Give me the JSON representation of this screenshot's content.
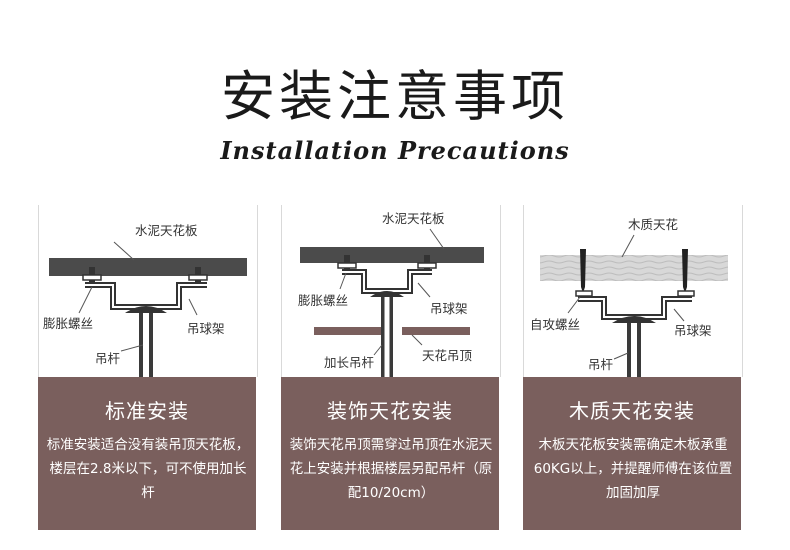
{
  "header": {
    "title": "安装注意事项",
    "subtitle": "Installation Precautions"
  },
  "cards": [
    {
      "labels": {
        "ceiling": "水泥天花板",
        "bolt": "膨胀螺丝",
        "bracket": "吊球架",
        "rod": "吊杆"
      },
      "title": "标准安装",
      "description": "标准安装适合没有装吊顶天花板，楼层在2.8米以下，可不使用加长杆"
    },
    {
      "labels": {
        "ceiling": "水泥天花板",
        "bolt": "膨胀螺丝",
        "bracket": "吊球架",
        "rod": "加长吊杆",
        "suspended": "天花吊顶"
      },
      "title": "装饰天花安装",
      "description": "装饰天花吊顶需穿过吊顶在水泥天花上安装并根据楼层另配吊杆（原配10/20cm）"
    },
    {
      "labels": {
        "ceiling": "木质天花",
        "screw": "自攻螺丝",
        "bracket": "吊球架",
        "rod": "吊杆"
      },
      "title": "木质天花安装",
      "description": "木板天花板安装需确定木板承重60KG以上，并提醒师傅在该位置加固加厚"
    }
  ]
}
